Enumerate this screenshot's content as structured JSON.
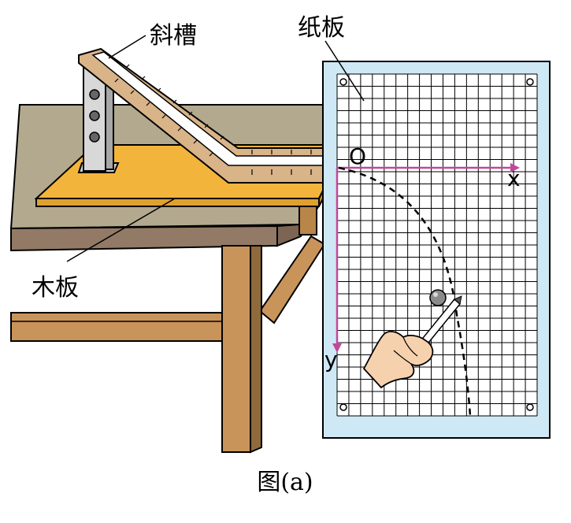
{
  "labels": {
    "ramp": "斜槽",
    "paper": "纸板",
    "board": "木板",
    "origin": "O",
    "x_axis": "x",
    "y_axis": "y"
  },
  "caption": "图(a)",
  "colors": {
    "table_top": "#b3a98f",
    "table_edge": "#927a66",
    "table_leg": "#c9945a",
    "board": "#f3b43c",
    "ramp": "#d9b489",
    "paper_frame": "#cfe8f6",
    "grid": "#000000",
    "axis": "#c2489a"
  },
  "grid": {
    "columns": 17,
    "rows": 28
  }
}
